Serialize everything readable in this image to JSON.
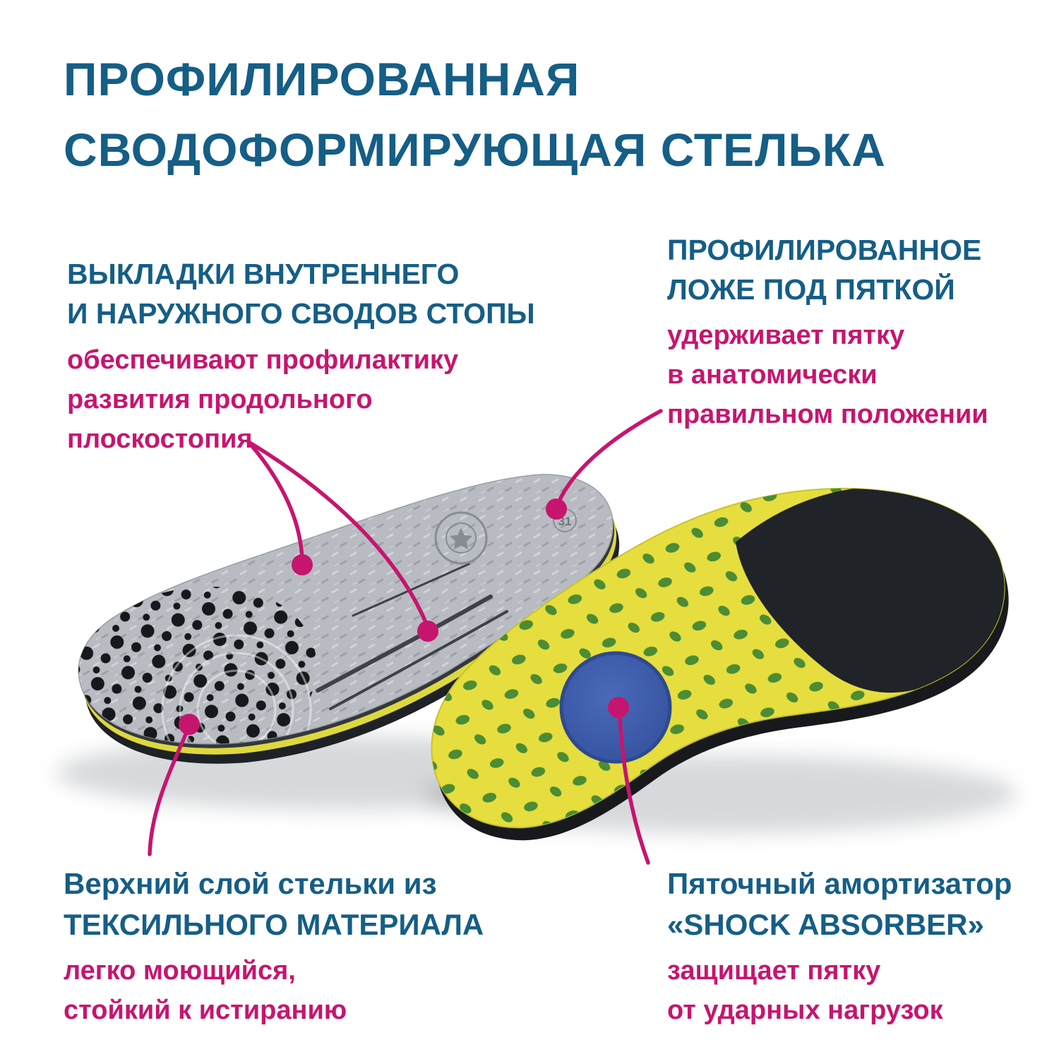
{
  "title": {
    "lines": [
      "ПРОФИЛИРОВАННАЯ",
      "СВОДОФОРМИРУЮЩАЯ СТЕЛЬКА"
    ]
  },
  "callouts": {
    "arches": {
      "heading_lines": [
        "ВЫКЛАДКИ ВНУТРЕННЕГО",
        "И НАРУЖНОГО СВОДОВ СТОПЫ"
      ],
      "body_lines": [
        "обеспечивают профилактику",
        "развития продольного",
        "плоскостопия"
      ]
    },
    "heel_bed": {
      "heading_lines": [
        "ПРОФИЛИРОВАННОЕ",
        "ЛОЖЕ ПОД ПЯТКОЙ"
      ],
      "body_lines": [
        "удерживает пятку",
        "в анатомически",
        "правильном положении"
      ]
    },
    "textile": {
      "heading_lines": [
        "Верхний слой стельки из",
        "ТЕКСИЛЬНОГО МАТЕРИАЛА"
      ],
      "body_lines": [
        "легко моющийся,",
        "стойкий к истиранию"
      ]
    },
    "shock_absorber": {
      "heading_lines": [
        "Пяточный амортизатор",
        "«SHOCK ABSORBER»"
      ],
      "body_lines": [
        "защищает пятку",
        "от ударных нагрузок"
      ]
    }
  },
  "product": {
    "size_label": "31"
  },
  "colors": {
    "heading_blue": "#155e86",
    "accent_magenta": "#c6156f",
    "insole_yellow": "#e4dc3e",
    "pad_blue": "#3f5dab"
  }
}
